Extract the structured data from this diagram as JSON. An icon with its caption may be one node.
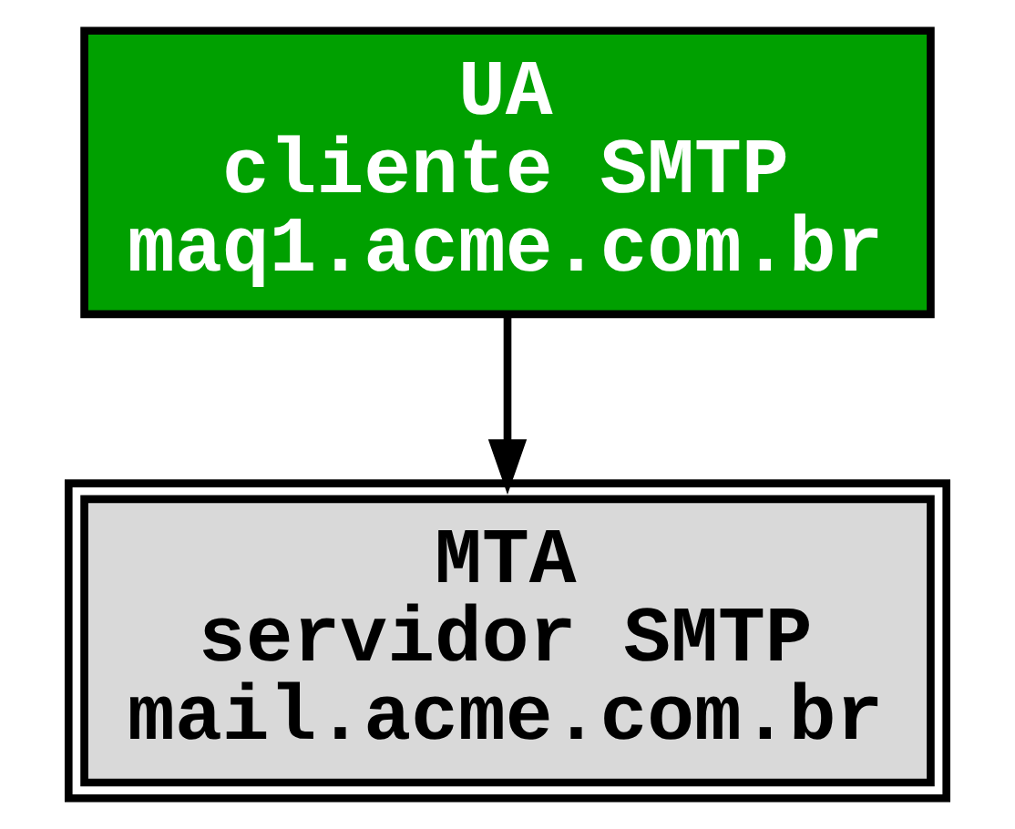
{
  "diagram": {
    "nodes": [
      {
        "text": [
          "UA",
          "cliente SMTP",
          "maq1.acme.com.br"
        ]
      },
      {
        "text": [
          "MTA",
          "servidor SMTP",
          "mail.acme.com.br"
        ]
      }
    ],
    "edges": [
      {
        "from": 0,
        "to": 1,
        "arrow": "to"
      }
    ]
  }
}
